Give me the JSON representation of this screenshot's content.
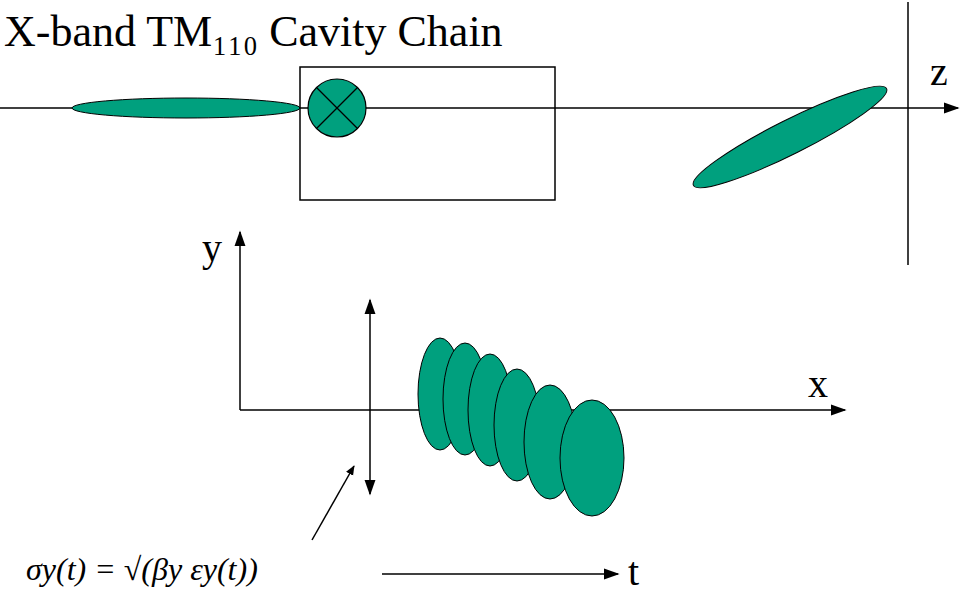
{
  "diagram": {
    "title": "X-band TM₁₁₀ Cavity Chain",
    "labels": [
      "z",
      "y",
      "x",
      "σy(t) = √(βy εy(t))",
      "t"
    ]
  }
}
